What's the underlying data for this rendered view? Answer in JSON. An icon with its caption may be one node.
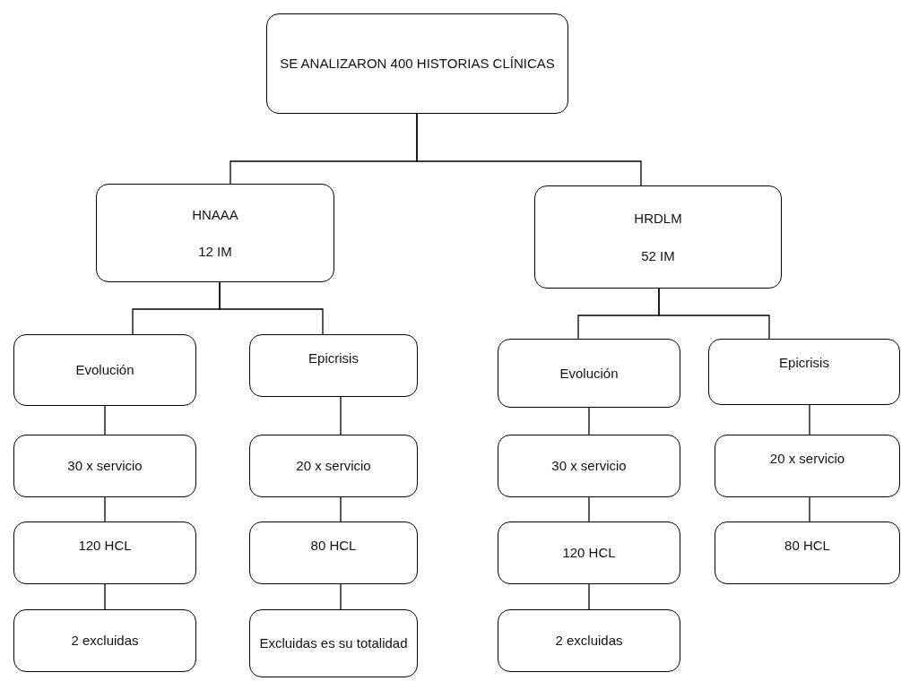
{
  "diagram": {
    "nodes": [
      {
        "text": [
          "SE ANALIZARON 400 HISTORIAS CLÍNICAS"
        ]
      },
      {
        "text": [
          "HNAAA",
          "12 IM"
        ]
      },
      {
        "text": [
          "HRDLM",
          "52 IM"
        ]
      },
      {
        "text": [
          "Evolución"
        ]
      },
      {
        "text": [
          "Epicrisis"
        ]
      },
      {
        "text": [
          "30 x servicio"
        ]
      },
      {
        "text": [
          "20 x servicio"
        ]
      },
      {
        "text": [
          "120 HCL"
        ]
      },
      {
        "text": [
          "80 HCL"
        ]
      },
      {
        "text": [
          "2 excluidas"
        ]
      },
      {
        "text": [
          "Excluidas es su totalidad"
        ]
      },
      {
        "text": [
          "Evolución"
        ]
      },
      {
        "text": [
          "Epicrisis"
        ]
      },
      {
        "text": [
          "30 x servicio"
        ]
      },
      {
        "text": [
          "20 x servicio"
        ]
      },
      {
        "text": [
          "120 HCL"
        ]
      },
      {
        "text": [
          "80 HCL"
        ]
      },
      {
        "text": [
          "2 excluidas"
        ]
      }
    ],
    "edges": [
      {
        "from": 0,
        "to": 1,
        "arrow": "none"
      },
      {
        "from": 0,
        "to": 2,
        "arrow": "none"
      },
      {
        "from": 1,
        "to": 3,
        "arrow": "none"
      },
      {
        "from": 1,
        "to": 4,
        "arrow": "none"
      },
      {
        "from": 2,
        "to": 11,
        "arrow": "none"
      },
      {
        "from": 2,
        "to": 12,
        "arrow": "none"
      },
      {
        "from": 3,
        "to": 5,
        "arrow": "none"
      },
      {
        "from": 5,
        "to": 7,
        "arrow": "none"
      },
      {
        "from": 7,
        "to": 9,
        "arrow": "none"
      },
      {
        "from": 4,
        "to": 6,
        "arrow": "none"
      },
      {
        "from": 6,
        "to": 8,
        "arrow": "none"
      },
      {
        "from": 8,
        "to": 10,
        "arrow": "none"
      },
      {
        "from": 11,
        "to": 13,
        "arrow": "none"
      },
      {
        "from": 13,
        "to": 15,
        "arrow": "none"
      },
      {
        "from": 15,
        "to": 17,
        "arrow": "none"
      },
      {
        "from": 12,
        "to": 14,
        "arrow": "none"
      },
      {
        "from": 14,
        "to": 16,
        "arrow": "none"
      }
    ]
  }
}
